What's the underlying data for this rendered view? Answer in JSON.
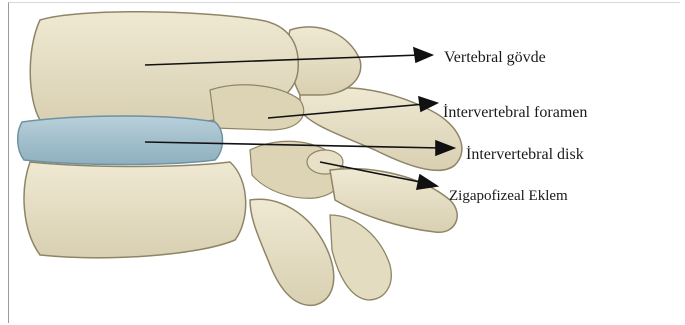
{
  "diagram": {
    "labels": {
      "vertebral_body": "Vertebral gövde",
      "intervertebral_foramen": "İntervertebral foramen",
      "intervertebral_disc": "İntervertebral disk",
      "zygapophyseal_joint": "Zigapofizeal Eklem"
    },
    "colors": {
      "bone": "#e8e1c8",
      "bone_shadow": "#c9bf9e",
      "bone_outline": "#8f8566",
      "disc": "#a9c3cf",
      "disc_shadow": "#7fa1b0",
      "arrow": "#111111"
    }
  }
}
